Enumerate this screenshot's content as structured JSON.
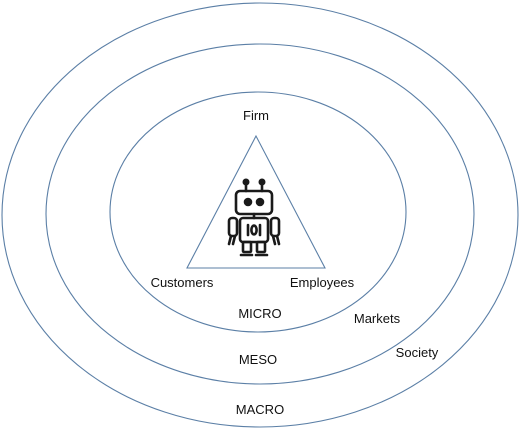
{
  "rings": {
    "macro": "MACRO",
    "meso": "MESO",
    "micro": "MICRO"
  },
  "outer_labels": {
    "markets": "Markets",
    "society": "Society"
  },
  "triangle": {
    "top": "Firm",
    "left": "Customers",
    "right": "Employees"
  },
  "center_icon": "robot-icon",
  "colors": {
    "stroke": "#5b7fa6",
    "text": "#111111",
    "icon": "#1a1a1a"
  }
}
